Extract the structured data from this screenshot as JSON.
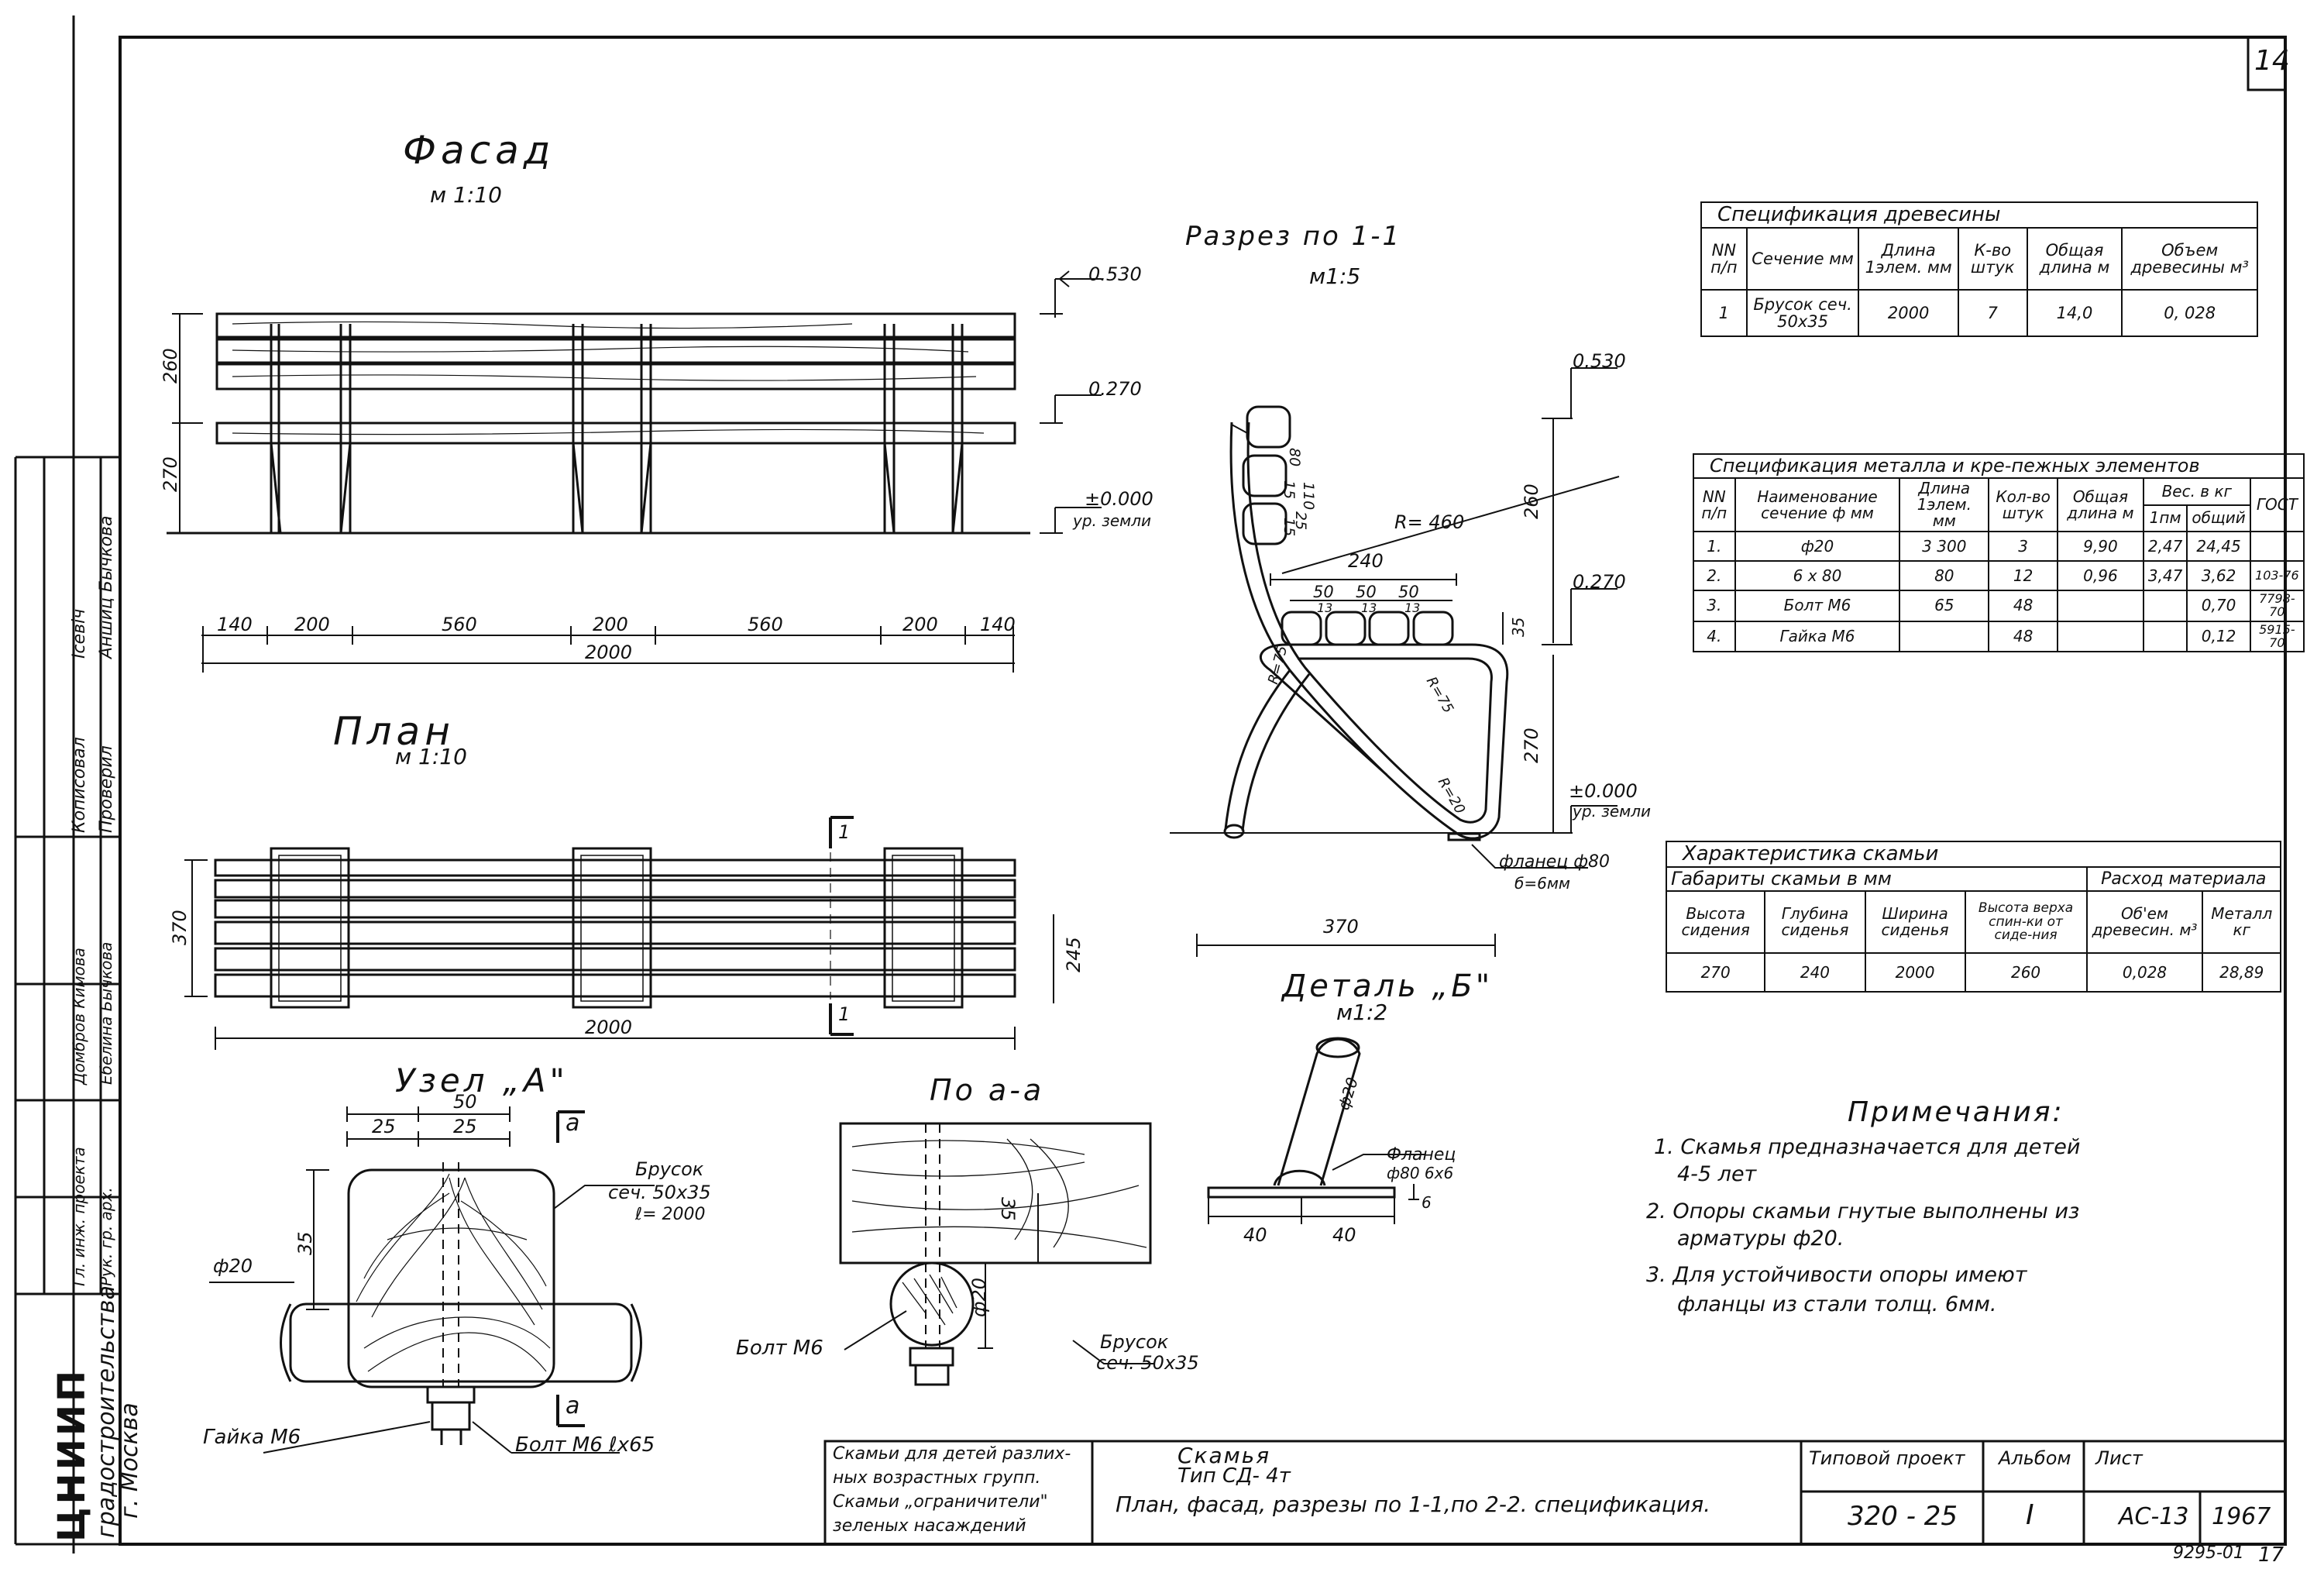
{
  "sheet": {
    "number": "14",
    "org": "ЦНИИП",
    "org_line2": "градостроительства",
    "org_city": "г. Москва",
    "left_rows": [
      {
        "role": "Кописовал",
        "name": "Ісевіч"
      },
      {
        "role": "Проверил",
        "name": "Аншиц Бычкова"
      },
      {
        "role": "Гл. инж. проекта",
        "name": "Домбров Кимова"
      },
      {
        "role": "Рук. гр. арх.",
        "name": "Ебелина Бычкова"
      }
    ],
    "corner_code": "9295-01",
    "corner_page": "17"
  },
  "facade": {
    "title": "Фасад",
    "scale": "м 1:10",
    "dims_bottom": [
      "140",
      "200",
      "560",
      "200",
      "560",
      "200",
      "140"
    ],
    "total": "2000",
    "left_dims": [
      "260",
      "270"
    ],
    "elev": [
      "0.530",
      "0.270",
      "±0.000"
    ],
    "ground": "ур. земли"
  },
  "plan": {
    "title": "План",
    "scale": "м 1:10",
    "total": "2000",
    "side": "370",
    "right": "245",
    "cut": "1"
  },
  "section": {
    "title": "Разрез по 1-1",
    "scale": "м1:5",
    "elev": [
      "0.530",
      "0.270",
      "±0.000"
    ],
    "ground": "ур. земли",
    "radius": "R= 460",
    "depth": "240",
    "slats": [
      "50",
      "50",
      "50"
    ],
    "small": [
      "13",
      "13",
      "13"
    ],
    "height_back": "260",
    "height_seat": "270",
    "seat_thk": "35",
    "bottom": "370",
    "r_labels": [
      "R=75",
      "R=75",
      "R=20"
    ],
    "vert": [
      "110",
      "80",
      "15",
      "15",
      "25"
    ],
    "flange": "фланец ф80",
    "flange2": "б=6мм"
  },
  "node_a": {
    "title": "Узел „А\"",
    "top": "50",
    "halves": [
      "25",
      "25"
    ],
    "cut": "а",
    "h": "35",
    "rod": "ф20",
    "bar1": "Брусок",
    "bar2": "сеч. 50х35",
    "bar3": "ℓ= 2000",
    "nut": "Гайка М6",
    "bolt": "Болт М6 ℓх65"
  },
  "section_aa": {
    "title": "По а-а",
    "h": "35",
    "d": "ф20",
    "bolt": "Болт М6",
    "bar1": "Брусок",
    "bar2": "сеч. 50х35"
  },
  "detail_b": {
    "title": "Деталь „Б\"",
    "scale": "м1:2",
    "rod": "ф20",
    "fl1": "Фланец",
    "fl2": "ф80 6х6",
    "dims": [
      "40",
      "40"
    ],
    "six": "6"
  },
  "wood_spec": {
    "title": "Спецификация    древесины",
    "headers": [
      "NN п/п",
      "Сечение мм",
      "Длина 1элем. мм",
      "К-во штук",
      "Общая длина м",
      "Объем древесины м³"
    ],
    "rows": [
      [
        "1",
        "Брусок сеч. 50х35",
        "2000",
        "7",
        "14,0",
        "0, 028"
      ]
    ]
  },
  "metal_spec": {
    "title": "Спецификация металла и кре-пежных элементов",
    "headers": [
      "NN п/п",
      "Наименование сечение ф мм",
      "Длина 1элем. мм",
      "Кол-во штук",
      "Общая длина м",
      "1пм",
      "общий",
      "ГОСТ"
    ],
    "weight": "Вес. в кг",
    "rows": [
      [
        "1.",
        "ф20",
        "3 300",
        "3",
        "9,90",
        "2,47",
        "24,45",
        ""
      ],
      [
        "2.",
        "6 х 80",
        "80",
        "12",
        "0,96",
        "3,47",
        "3,62",
        "103-76"
      ],
      [
        "3.",
        "Болт М6",
        "65",
        "48",
        "",
        "",
        "0,70",
        "7798-70"
      ],
      [
        "4.",
        "Гайка М6",
        "",
        "48",
        "",
        "",
        "0,12",
        "5915-70"
      ]
    ]
  },
  "char": {
    "title": "Характеристика    скамьи",
    "dims_head": "Габариты   скамьи   в   мм",
    "mat_head": "Расход материала",
    "headers": [
      "Высота сидения",
      "Глубина сиденья",
      "Ширина сиденья",
      "Высота верха спин-ки от сиде-ния",
      "Об'ем древесин. м³",
      "Металл кг"
    ],
    "values": [
      "270",
      "240",
      "2000",
      "260",
      "0,028",
      "28,89"
    ]
  },
  "notes": {
    "title": "Примечания:",
    "items": [
      "1. Скамья   предназначается  для детей",
      "4-5 лет",
      "2. Опоры скамьи   гнутые  выполнены из",
      "арматуры ф20.",
      "3. Для   устойчивости   опоры   имеют",
      "фланцы  из   стали   толщ. 6мм."
    ]
  },
  "title_block": {
    "left": [
      "Скамьи для детей разлих-",
      "ных возрастных групп.",
      "Скамьи „ограничители\"",
      "зеленых насаждений"
    ],
    "name1": "Скамья",
    "name2": "Тип СД- 4т",
    "name3": "План, фасад, разрезы по 1-1,по 2-2. спецификация.",
    "proj_lbl": "Типовой проект",
    "proj": "320 - 25",
    "alb_lbl": "Альбом",
    "alb": "I",
    "list_lbl": "Лист",
    "list": "АС-13",
    "year": "1967"
  }
}
